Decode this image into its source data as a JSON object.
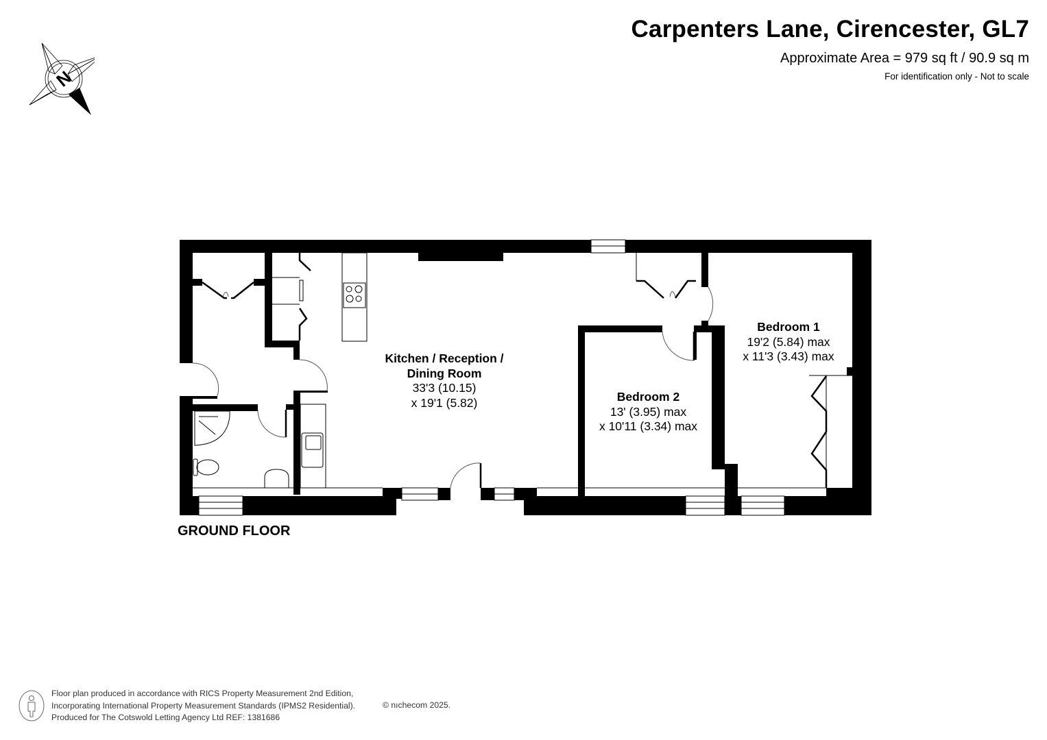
{
  "header": {
    "title": "Carpenters Lane, Cirencester, GL7",
    "area": "Approximate Area = 979 sq ft / 90.9 sq m",
    "note": "For identification only - Not to scale"
  },
  "compass": {
    "label": "N",
    "icon": "north-compass-icon"
  },
  "floor": {
    "label": "GROUND FLOOR"
  },
  "rooms": [
    {
      "name": "Kitchen / Reception /",
      "name2": "Dining Room",
      "dim1": "33'3 (10.15)",
      "dim2": "x 19'1 (5.82)"
    },
    {
      "name": "Bedroom 2",
      "dim1": "13' (3.95) max",
      "dim2": "x 10'11 (3.34) max"
    },
    {
      "name": "Bedroom 1",
      "dim1": "19'2 (5.84) max",
      "dim2": "x 11'3 (3.43) max"
    }
  ],
  "footer": {
    "line1": "Floor plan produced in accordance with RICS Property Measurement 2nd Edition,",
    "line2": "Incorporating International Property Measurement Standards (IPMS2 Residential).",
    "line3": "Produced for The Cotswold Letting Agency Ltd  REF: 1381686",
    "copyright": "© nıchecom 2025.",
    "icon": "person-icon"
  },
  "colors": {
    "wall": "#000000",
    "line": "#000000",
    "arc": "#555555",
    "background": "#ffffff"
  }
}
